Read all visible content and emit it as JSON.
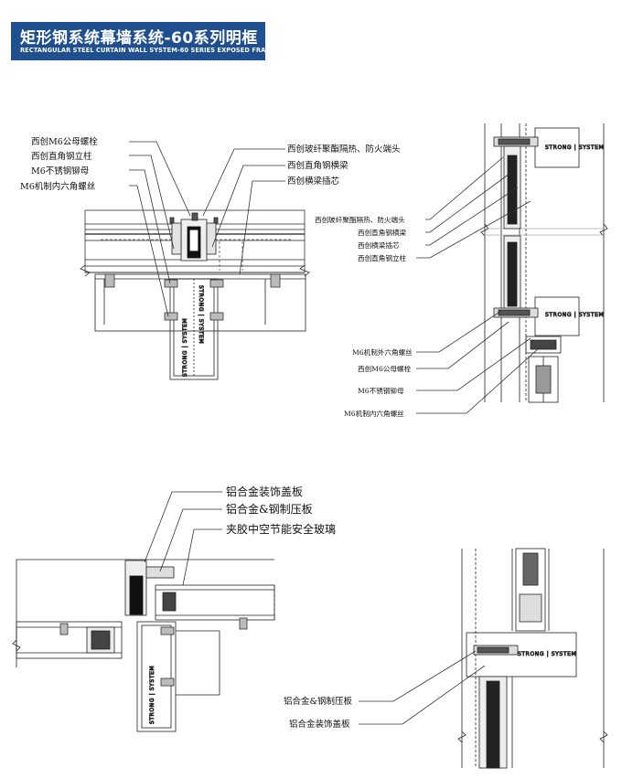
{
  "header": {
    "title_cn": "矩形钢系统幕墙系统-60系列明框",
    "title_en": "RECTANGULAR STEEL CURTAIN WALL SYSTEM-60 SERIES EXPOSED FRAME"
  },
  "diagram1": {
    "left_labels": [
      "西创M6公母螺栓",
      "西创直角钢立柱",
      "M6不锈钢铆母",
      "M6机制内六角螺丝"
    ],
    "right_labels": [
      "西创玻纤聚酯隔热、防火端头",
      "西创直角钢横梁",
      "西创横梁插芯"
    ],
    "brand_text": "STRONG | SYSTEM"
  },
  "diagram2": {
    "upper_labels": [
      "西创玻纤聚酯隔热、防火端头",
      "西创直角钢横梁",
      "西创横梁插芯",
      "西创直角钢立柱"
    ],
    "lower_labels": [
      "M6机制外六角螺丝",
      "西创M6公母螺栓",
      "M6不锈钢铆母",
      "M6机制内六角螺丝"
    ],
    "brand_text": "STRONG | SYSTEM"
  },
  "diagram3": {
    "labels": [
      "铝合金装饰盖板",
      "铝合金&钢制压板",
      "夹胶中空节能安全玻璃"
    ],
    "brand_text": "STRONG | SYSTEM"
  },
  "diagram4": {
    "labels": [
      "铝合金&钢制压板",
      "铝合金装饰盖板"
    ],
    "brand_text": "STRONG | SYSTEM"
  }
}
